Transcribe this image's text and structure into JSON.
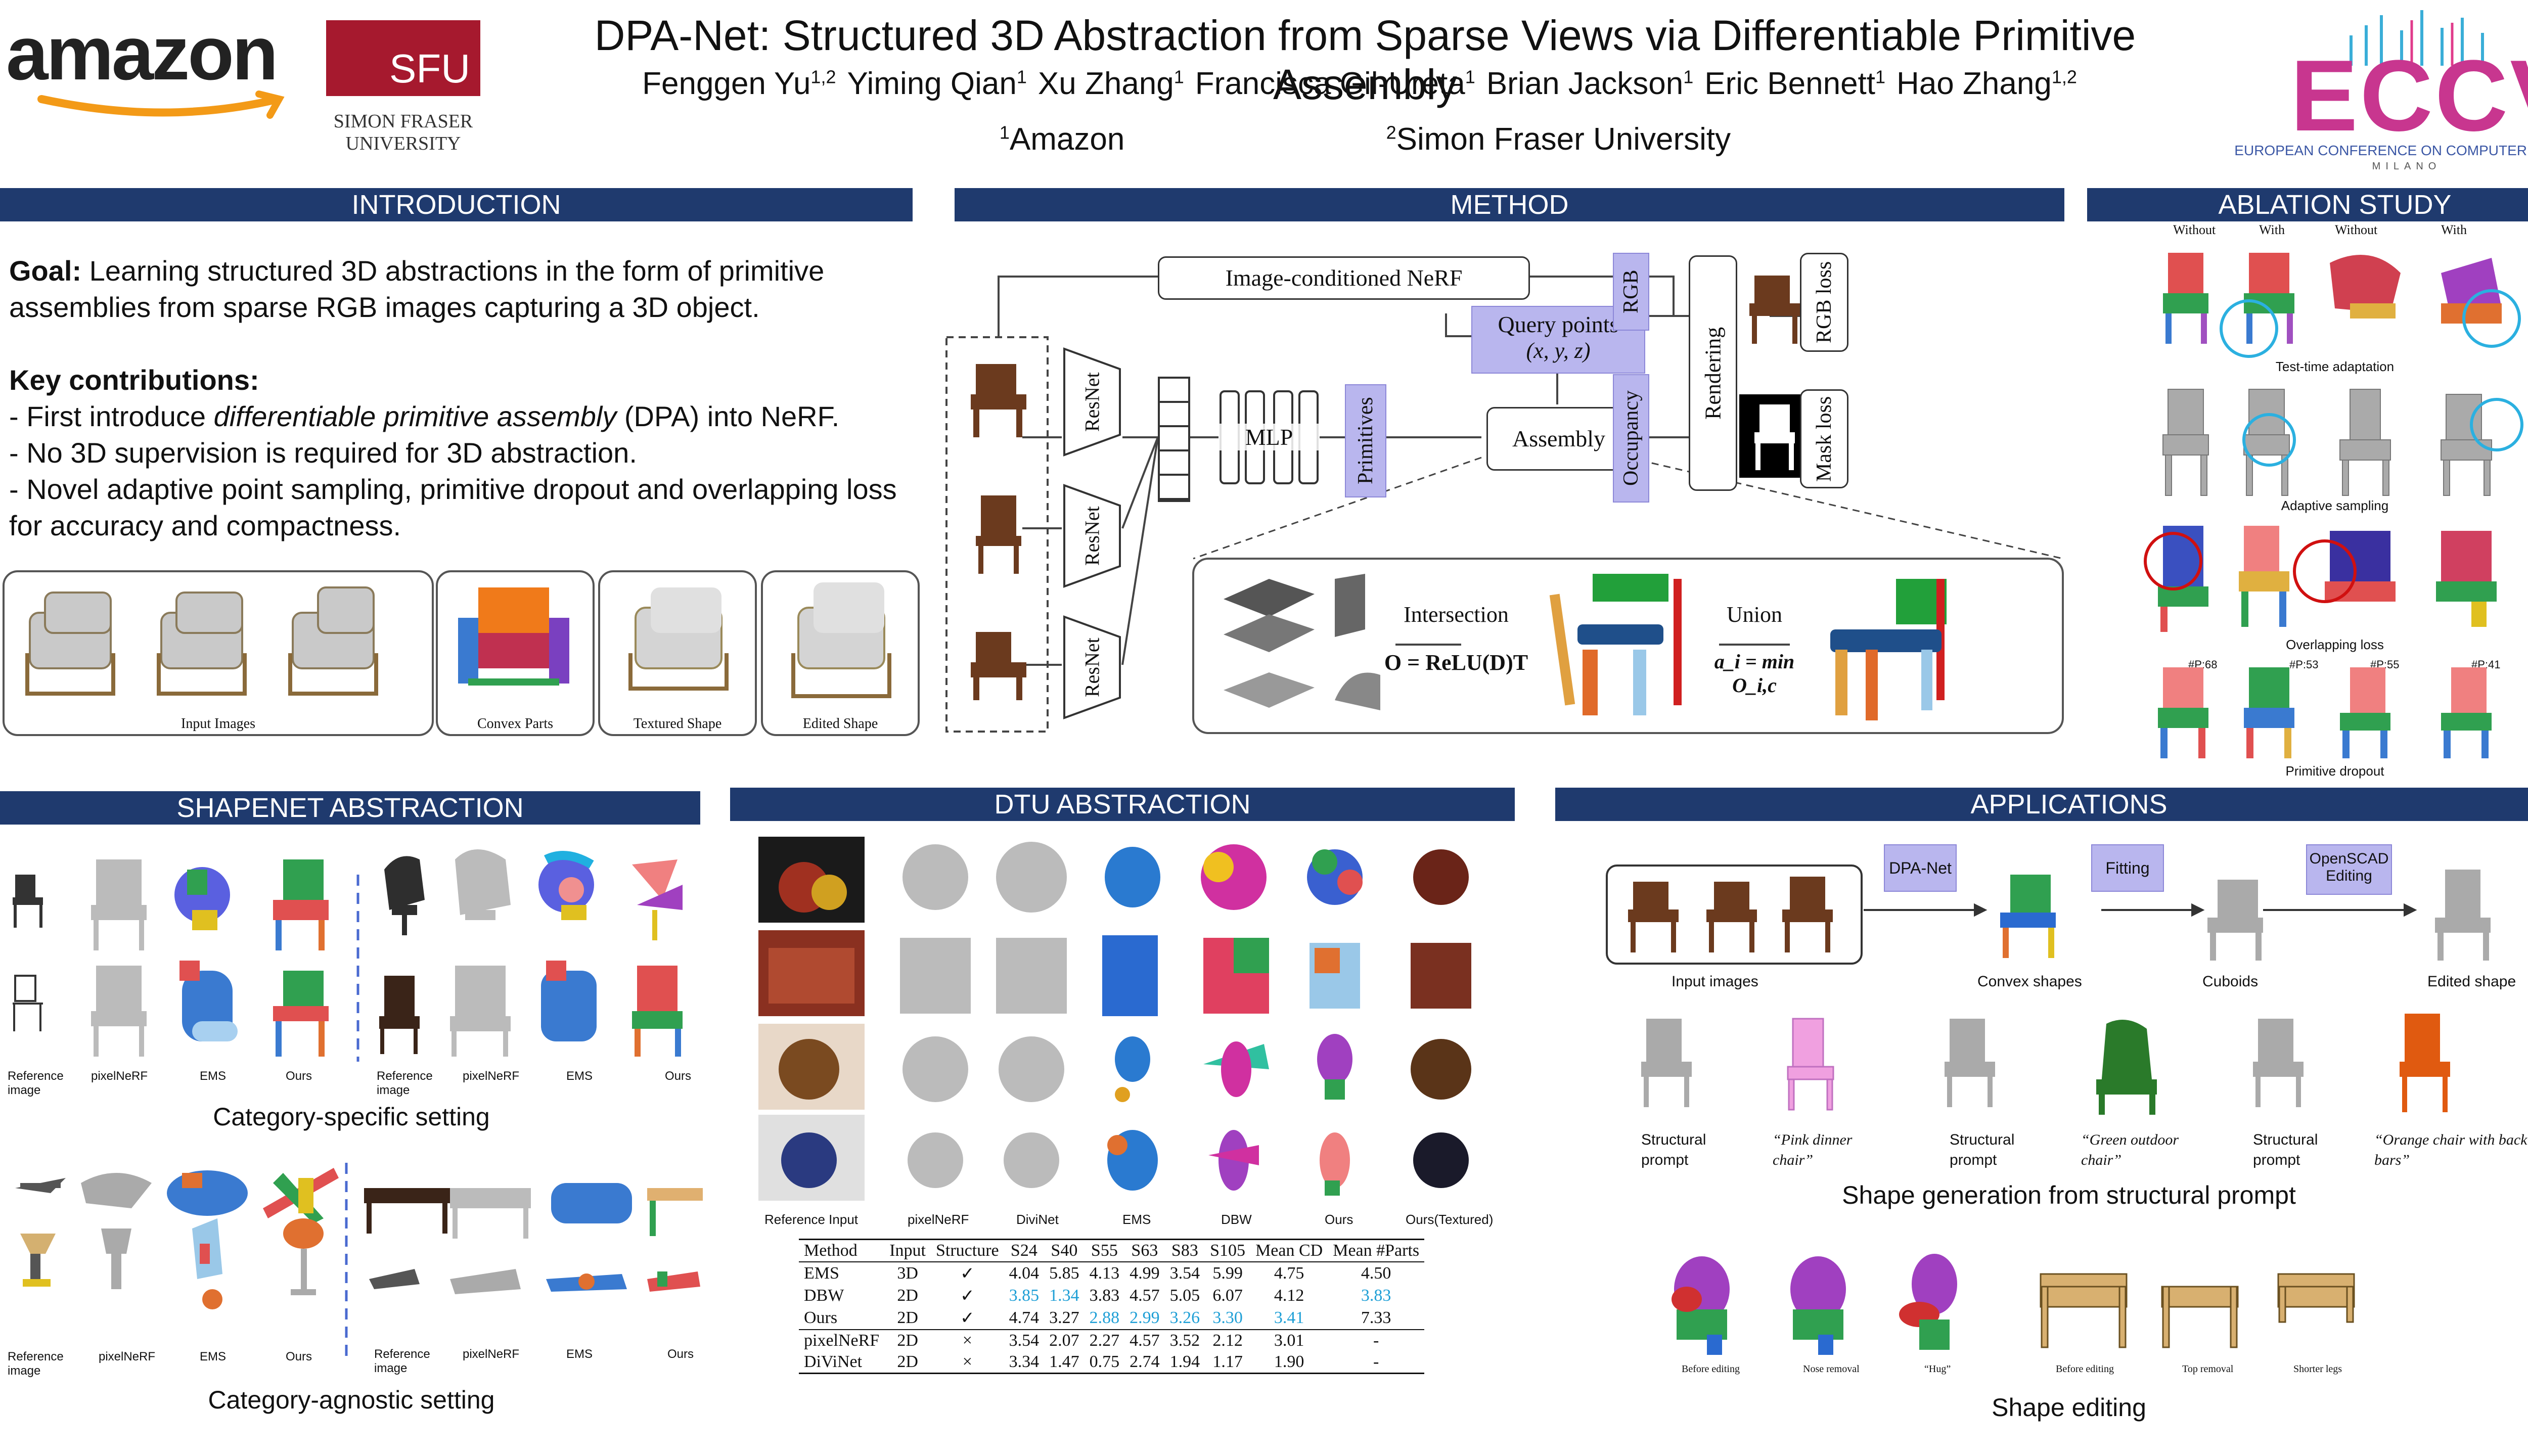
{
  "header": {
    "title": "DPA-Net: Structured 3D Abstraction from Sparse Views via Differentiable Primitive Assembly",
    "authors": [
      {
        "name": "Fenggen Yu",
        "sup": "1,2"
      },
      {
        "name": "Yiming Qian",
        "sup": "1"
      },
      {
        "name": "Xu Zhang",
        "sup": "1"
      },
      {
        "name": "Francisca Gil-Ureta",
        "sup": "1"
      },
      {
        "name": "Brian Jackson",
        "sup": "1"
      },
      {
        "name": "Eric Bennett",
        "sup": "1"
      },
      {
        "name": "Hao Zhang",
        "sup": "1,2"
      }
    ],
    "affiliations": [
      {
        "sup": "1",
        "name": "Amazon"
      },
      {
        "sup": "2",
        "name": "Simon Fraser University"
      }
    ],
    "logo_amazon": "amazon",
    "logo_sfu": "SFU",
    "sfu_name_line1": "SIMON FRASER",
    "sfu_name_line2": "UNIVERSITY",
    "eccv_logo": "ECCV",
    "eccv_line1": "EUROPEAN CONFERENCE ON COMPUTER VISION",
    "eccv_line2": "MILANO"
  },
  "sections": {
    "introduction": "INTRODUCTION",
    "method": "METHOD",
    "ablation": "ABLATION STUDY",
    "shapenet": "SHAPENET ABSTRACTION",
    "dtu": "DTU ABSTRACTION",
    "applications": "APPLICATIONS"
  },
  "intro": {
    "goal_label": "Goal:",
    "goal_text": " Learning structured 3D abstractions in the form of primitive assemblies from sparse RGB images capturing a 3D object.",
    "contrib_label": "Key contributions:",
    "c1_pre": "- First introduce ",
    "c1_em": "differentiable primitive assembly",
    "c1_post": " (DPA) into NeRF.",
    "c2": "- No 3D supervision is required for 3D abstraction.",
    "c3": "- Novel adaptive point sampling, primitive dropout and overlapping loss for accuracy and compactness.",
    "captions": [
      "Input Images",
      "Convex Parts",
      "Textured Shape",
      "Edited Shape"
    ]
  },
  "method": {
    "nerf": "Image-conditioned NeRF",
    "query_points": "Query points",
    "query_vars": "(x, y, z)",
    "resnet": "ResNet",
    "mlp": "MLP",
    "primitives": "Primitives",
    "assembly": "Assembly",
    "rgb": "RGB",
    "occupancy": "Occupancy",
    "rendering": "Rendering",
    "rgb_loss": "RGB loss",
    "mask_loss": "Mask loss",
    "intersection": "Intersection",
    "intersection_eq": "O = ReLU(D)T",
    "union": "Union",
    "union_eq": "a_i = min O_i,c"
  },
  "ablation": {
    "row1_labels": [
      "Without",
      "With",
      "Without",
      "With"
    ],
    "row1_caption": "Test-time adaptation",
    "row2_caption": "Adaptive sampling",
    "row3_caption": "Overlapping loss",
    "row4_labels": [
      "#P:68",
      "#P:53",
      "#P:55",
      "#P:41"
    ],
    "row4_caption": "Primitive dropout"
  },
  "shapenet": {
    "labels_left": [
      "Reference image",
      "pixelNeRF",
      "EMS",
      "Ours"
    ],
    "labels_right": [
      "Reference image",
      "pixelNeRF",
      "EMS",
      "Ours"
    ],
    "specific_caption": "Category-specific setting",
    "agnostic_caption": "Category-agnostic setting"
  },
  "dtu": {
    "col_labels": [
      "Reference Input",
      "pixelNeRF",
      "DiviNet",
      "EMS",
      "DBW",
      "Ours",
      "Ours(Textured)"
    ],
    "table": {
      "headers": [
        "Method",
        "Input",
        "Structure",
        "S24",
        "S40",
        "S55",
        "S63",
        "S83",
        "S105",
        "Mean CD",
        "Mean #Parts"
      ],
      "rows": [
        [
          "EMS",
          "3D",
          "✓",
          "4.04",
          "5.85",
          "4.13",
          "4.99",
          "3.54",
          "5.99",
          "4.75",
          "4.50"
        ],
        [
          "DBW",
          "2D",
          "✓",
          "3.85",
          "1.34",
          "3.83",
          "4.57",
          "5.05",
          "6.07",
          "4.12",
          "3.83"
        ],
        [
          "Ours",
          "2D",
          "✓",
          "4.74",
          "3.27",
          "2.88",
          "2.99",
          "3.26",
          "3.30",
          "3.41",
          "7.33"
        ],
        [
          "pixelNeRF",
          "2D",
          "×",
          "3.54",
          "2.07",
          "2.27",
          "4.57",
          "3.52",
          "2.12",
          "3.01",
          "-"
        ],
        [
          "DiViNet",
          "2D",
          "×",
          "3.34",
          "1.47",
          "0.75",
          "2.74",
          "1.94",
          "1.17",
          "1.90",
          "-"
        ]
      ]
    }
  },
  "applications": {
    "pipeline": [
      "DPA-Net",
      "Fitting",
      "OpenSCAD Editing"
    ],
    "pipeline_labels": [
      "Input images",
      "Convex shapes",
      "Cuboids",
      "Edited shape"
    ],
    "gen_labels": [
      "Structural prompt",
      "“Pink dinner chair”",
      "Structural prompt",
      "“Green outdoor chair”",
      "Structural prompt",
      "“Orange chair with back bars”"
    ],
    "gen_caption": "Shape generation from structural prompt",
    "edit_labels": [
      "Before editing",
      "Nose removal",
      "“Hug”",
      "Before editing",
      "Top removal",
      "Shorter legs"
    ],
    "edit_caption": "Shape editing"
  },
  "colors": {
    "banner": "#1f3a6e",
    "sfu_red": "#a6192e",
    "lavender": "#b9b6ee",
    "highlight_blue": "#1e9fd6"
  }
}
